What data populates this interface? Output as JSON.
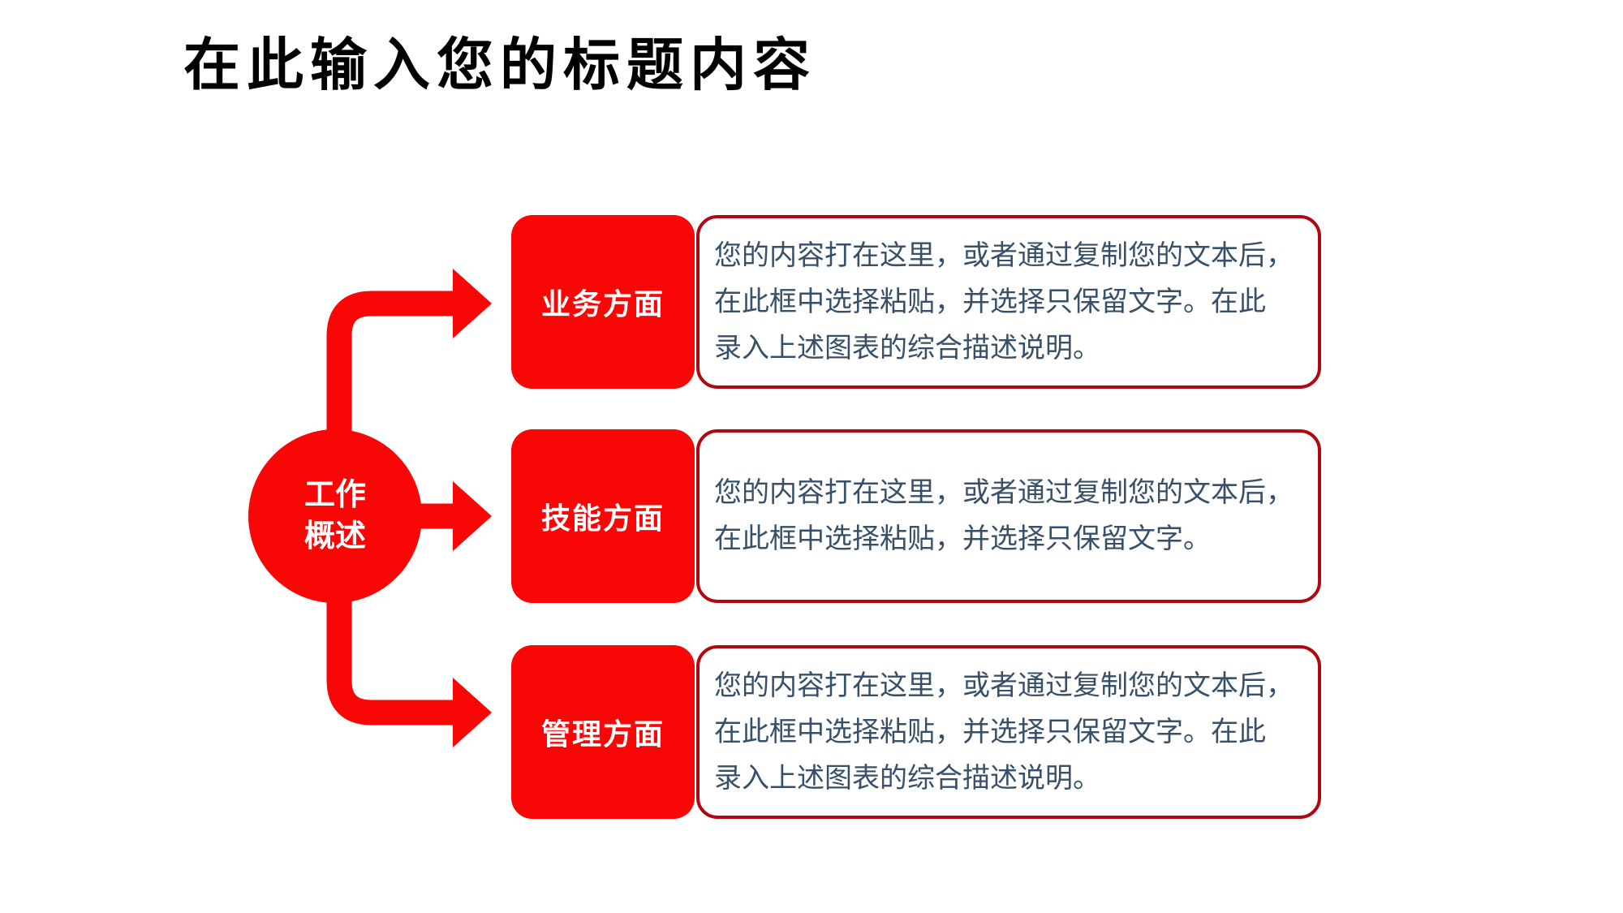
{
  "slide": {
    "title": "在此输入您的标题内容",
    "colors": {
      "accent_red": "#f90606",
      "border_red": "#b00810",
      "body_text": "#374f68",
      "title_color": "#000000"
    },
    "hub": {
      "label": "工作\n概述"
    },
    "rows": [
      {
        "label": "业务方面",
        "body": "您的内容打在这里，或者通过复制您的文本后，\n在此框中选择粘贴，并选择只保留文字。在此\n录入上述图表的综合描述说明。"
      },
      {
        "label": "技能方面",
        "body": "您的内容打在这里，或者通过复制您的文本后，\n在此框中选择粘贴，并选择只保留文字。"
      },
      {
        "label": "管理方面",
        "body": "您的内容打在这里，或者通过复制您的文本后，\n在此框中选择粘贴，并选择只保留文字。在此\n录入上述图表的综合描述说明。"
      }
    ]
  }
}
